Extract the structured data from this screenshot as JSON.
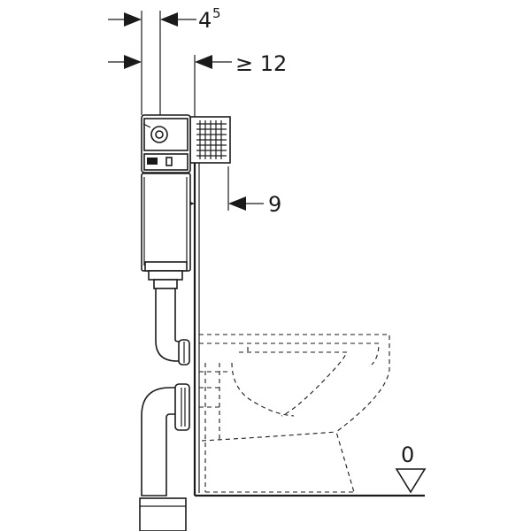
{
  "dimensions": {
    "top_offset": {
      "value": "4",
      "exponent": "5"
    },
    "wall_gap": {
      "label": "≥ 12"
    },
    "mid_offset": {
      "label": "9"
    },
    "floor_level": {
      "label": "0"
    }
  },
  "colors": {
    "line": "#1a1a1a",
    "background": "#ffffff"
  }
}
